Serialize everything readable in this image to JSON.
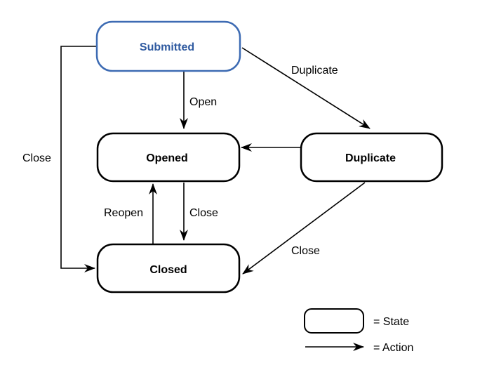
{
  "states": {
    "submitted": "Submitted",
    "opened": "Opened",
    "duplicate": "Duplicate",
    "closed": "Closed"
  },
  "actions": {
    "submitted_to_opened": "Open",
    "submitted_to_duplicate": "Duplicate",
    "submitted_to_closed": "Close",
    "opened_to_closed": "Close",
    "closed_to_opened": "Reopen",
    "duplicate_to_closed": "Close"
  },
  "legend": {
    "state": "= State",
    "action": "= Action"
  },
  "colors": {
    "highlight_border": "#3d6bb3",
    "highlight_text": "#2f5aa0",
    "default": "#000000"
  }
}
